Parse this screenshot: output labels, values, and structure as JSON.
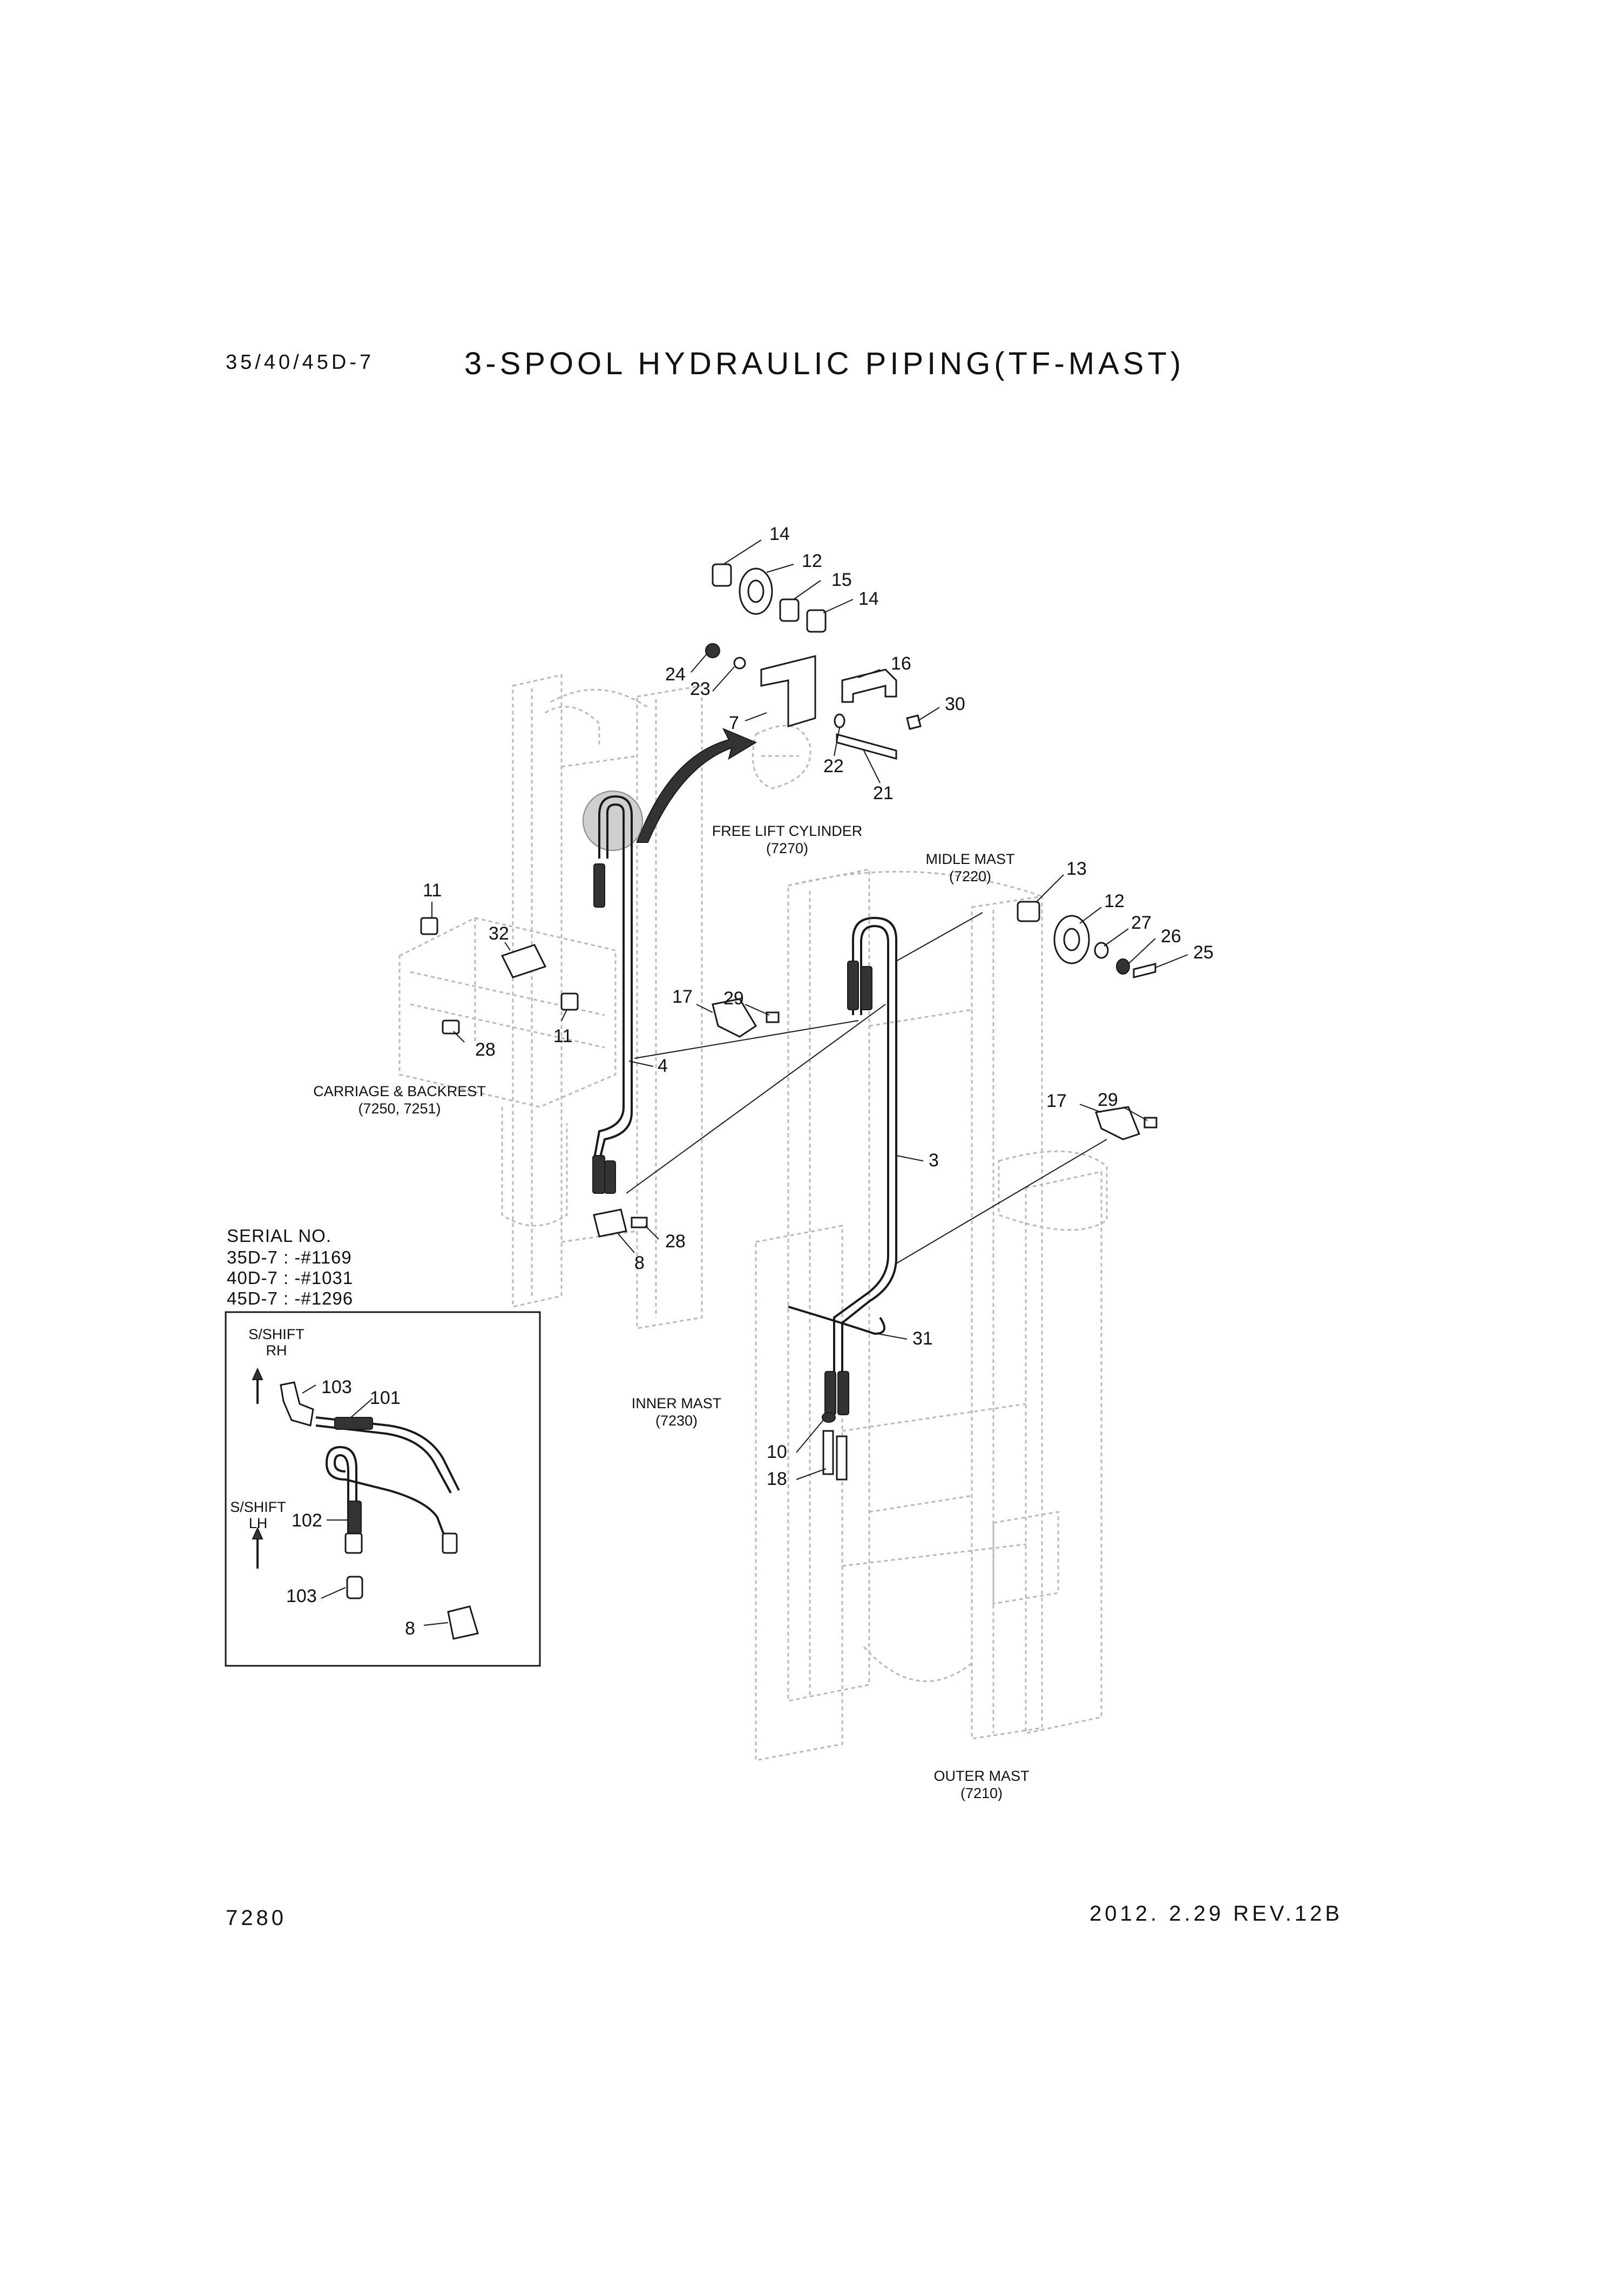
{
  "header": {
    "model": "35/40/45D-7",
    "title": "3-SPOOL HYDRAULIC PIPING(TF-MAST)"
  },
  "footer": {
    "page_code": "7280",
    "revision": "2012. 2.29  REV.12B"
  },
  "serial": {
    "title": "SERIAL NO.",
    "lines": [
      "35D-7 : -#1169",
      "40D-7 : -#1031",
      "45D-7 : -#1296"
    ]
  },
  "assembly_labels": {
    "free_lift_cylinder": "FREE LIFT CYLINDER",
    "free_lift_cylinder_code": "(7270)",
    "midle_mast": "MIDLE MAST",
    "midle_mast_code": "(7220)",
    "carriage_backrest": "CARRIAGE & BACKREST",
    "carriage_backrest_code": "(7250, 7251)",
    "inner_mast": "INNER MAST",
    "inner_mast_code": "(7230)",
    "outer_mast": "OUTER MAST",
    "outer_mast_code": "(7210)"
  },
  "inset": {
    "sshift_rh": "S/SHIFT",
    "sshift_rh_side": "RH",
    "sshift_lh": "S/SHIFT",
    "sshift_lh_side": "LH"
  },
  "part_numbers": {
    "p14a": "14",
    "p12a": "12",
    "p15": "15",
    "p14b": "14",
    "p24": "24",
    "p23": "23",
    "p16": "16",
    "p30": "30",
    "p7": "7",
    "p22": "22",
    "p21": "21",
    "p13": "13",
    "p12b": "12",
    "p27": "27",
    "p26": "26",
    "p25": "25",
    "p11a": "11",
    "p32": "32",
    "p11b": "11",
    "p28a": "28",
    "p17a": "17",
    "p29a": "29",
    "p4": "4",
    "p17b": "17",
    "p29b": "29",
    "p3": "3",
    "p28b": "28",
    "p8a": "8",
    "p31": "31",
    "p10": "10",
    "p18": "18",
    "p103a": "103",
    "p101": "101",
    "p102": "102",
    "p103b": "103",
    "p8b": "8"
  }
}
